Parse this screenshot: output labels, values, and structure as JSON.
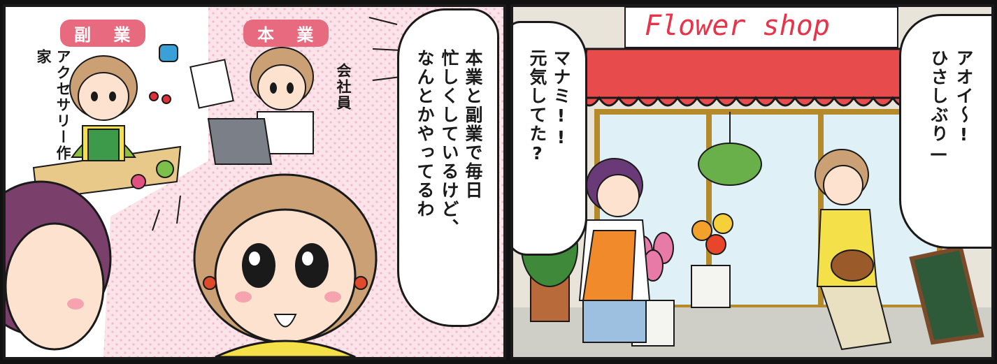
{
  "panel1": {
    "side_job_tag": "副 業",
    "main_job_tag": "本 業",
    "side_job_caption": "アクセサリー作家",
    "main_job_caption": "会社員",
    "speech": [
      "本業と副業で毎日",
      "忙しくしているけど、",
      "なんとかやってるわ"
    ]
  },
  "panel2": {
    "shop_sign": "Flower shop",
    "speech_left": [
      "マナミ!!",
      "元気してた?"
    ],
    "speech_right": [
      "アオイ〜!",
      "ひさしぶり—"
    ]
  },
  "colors": {
    "tag_pink": "#e86a7f",
    "awning_red": "#e84b4b",
    "sign_red": "#e8334a",
    "shirt_yellow": "#f4e14a",
    "apron_orange": "#f08a2a"
  }
}
